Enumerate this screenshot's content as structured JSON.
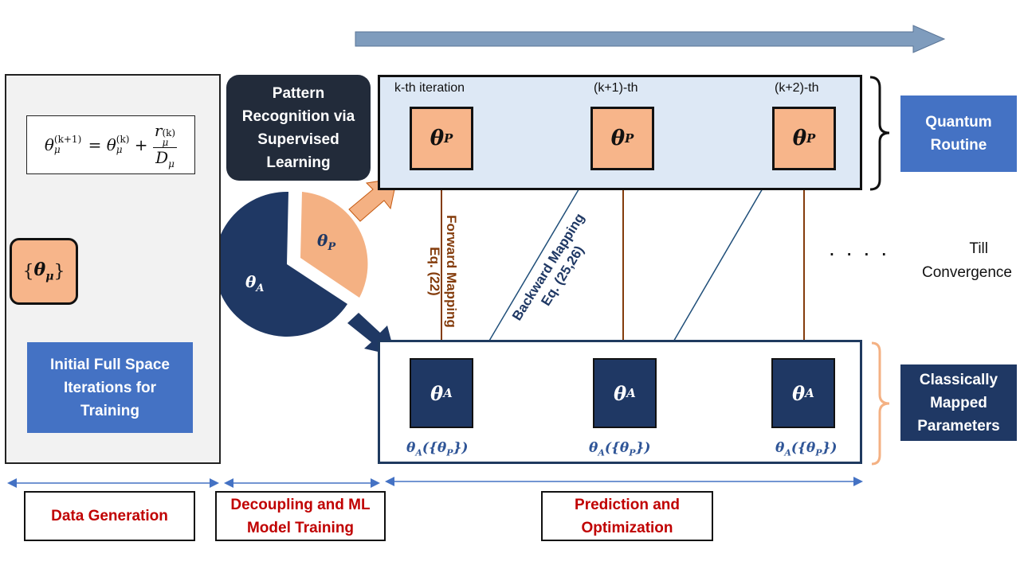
{
  "formula": {
    "lhs": "θ",
    "lhs_sub": "μ",
    "lhs_sup": "(k+1)",
    "eq": " = ",
    "t1": "θ",
    "t1_sub": "μ",
    "t1_sup": "(k)",
    "plus": " + ",
    "num": "r",
    "num_sub": "μ",
    "num_sup": "(k)",
    "den": "D",
    "den_sub": "μ"
  },
  "theta_mu_label": "{θμ}",
  "theta_mu": {
    "open": "{",
    "sym": "θ",
    "sub": "μ",
    "close": "}"
  },
  "initial_box": "Initial Full Space Iterations for Training",
  "pattern_box": "Pattern Recognition via Supervised Learning",
  "pie": {
    "p_sym": "θ",
    "p_sub": "P",
    "a_sym": "θ",
    "a_sub": "A"
  },
  "iterations": [
    {
      "label": "k-th iteration",
      "p_sym": "θ",
      "p_sub": "P",
      "a_sym": "θ",
      "a_sub": "A",
      "func": "θA({θP})"
    },
    {
      "label": "(k+1)-th",
      "p_sym": "θ",
      "p_sub": "P",
      "a_sym": "θ",
      "a_sub": "A",
      "func": "θA({θP})"
    },
    {
      "label": "(k+2)-th",
      "p_sym": "θ",
      "p_sub": "P",
      "a_sym": "θ",
      "a_sub": "A",
      "func": "θA({θP})"
    }
  ],
  "func_parts": {
    "t": "θ",
    "a": "A",
    "mid": "({θ",
    "p": "P",
    "end": "})"
  },
  "forward_mapping": {
    "line1": "Forward Mapping",
    "line2": "Eq. (22)"
  },
  "backward_mapping": {
    "line1": "Backward Mapping",
    "line2": "Eq. (25,26)"
  },
  "quantum_routine": "Quantum Routine",
  "classically_mapped": "Classically Mapped Parameters",
  "dots": "....",
  "till_convergence": {
    "line1": "Till",
    "line2": "Convergence"
  },
  "stages": {
    "data_generation": "Data Generation",
    "decoupling": "Decoupling and ML Model Training",
    "prediction": "Prediction and Optimization"
  },
  "colors": {
    "peach": "#f7b58a",
    "navy": "#1f3864",
    "blue": "#4472c4",
    "light_blue_panel": "#dde8f5",
    "forward_arrow": "#843c0c",
    "stage_text": "#c00000"
  }
}
